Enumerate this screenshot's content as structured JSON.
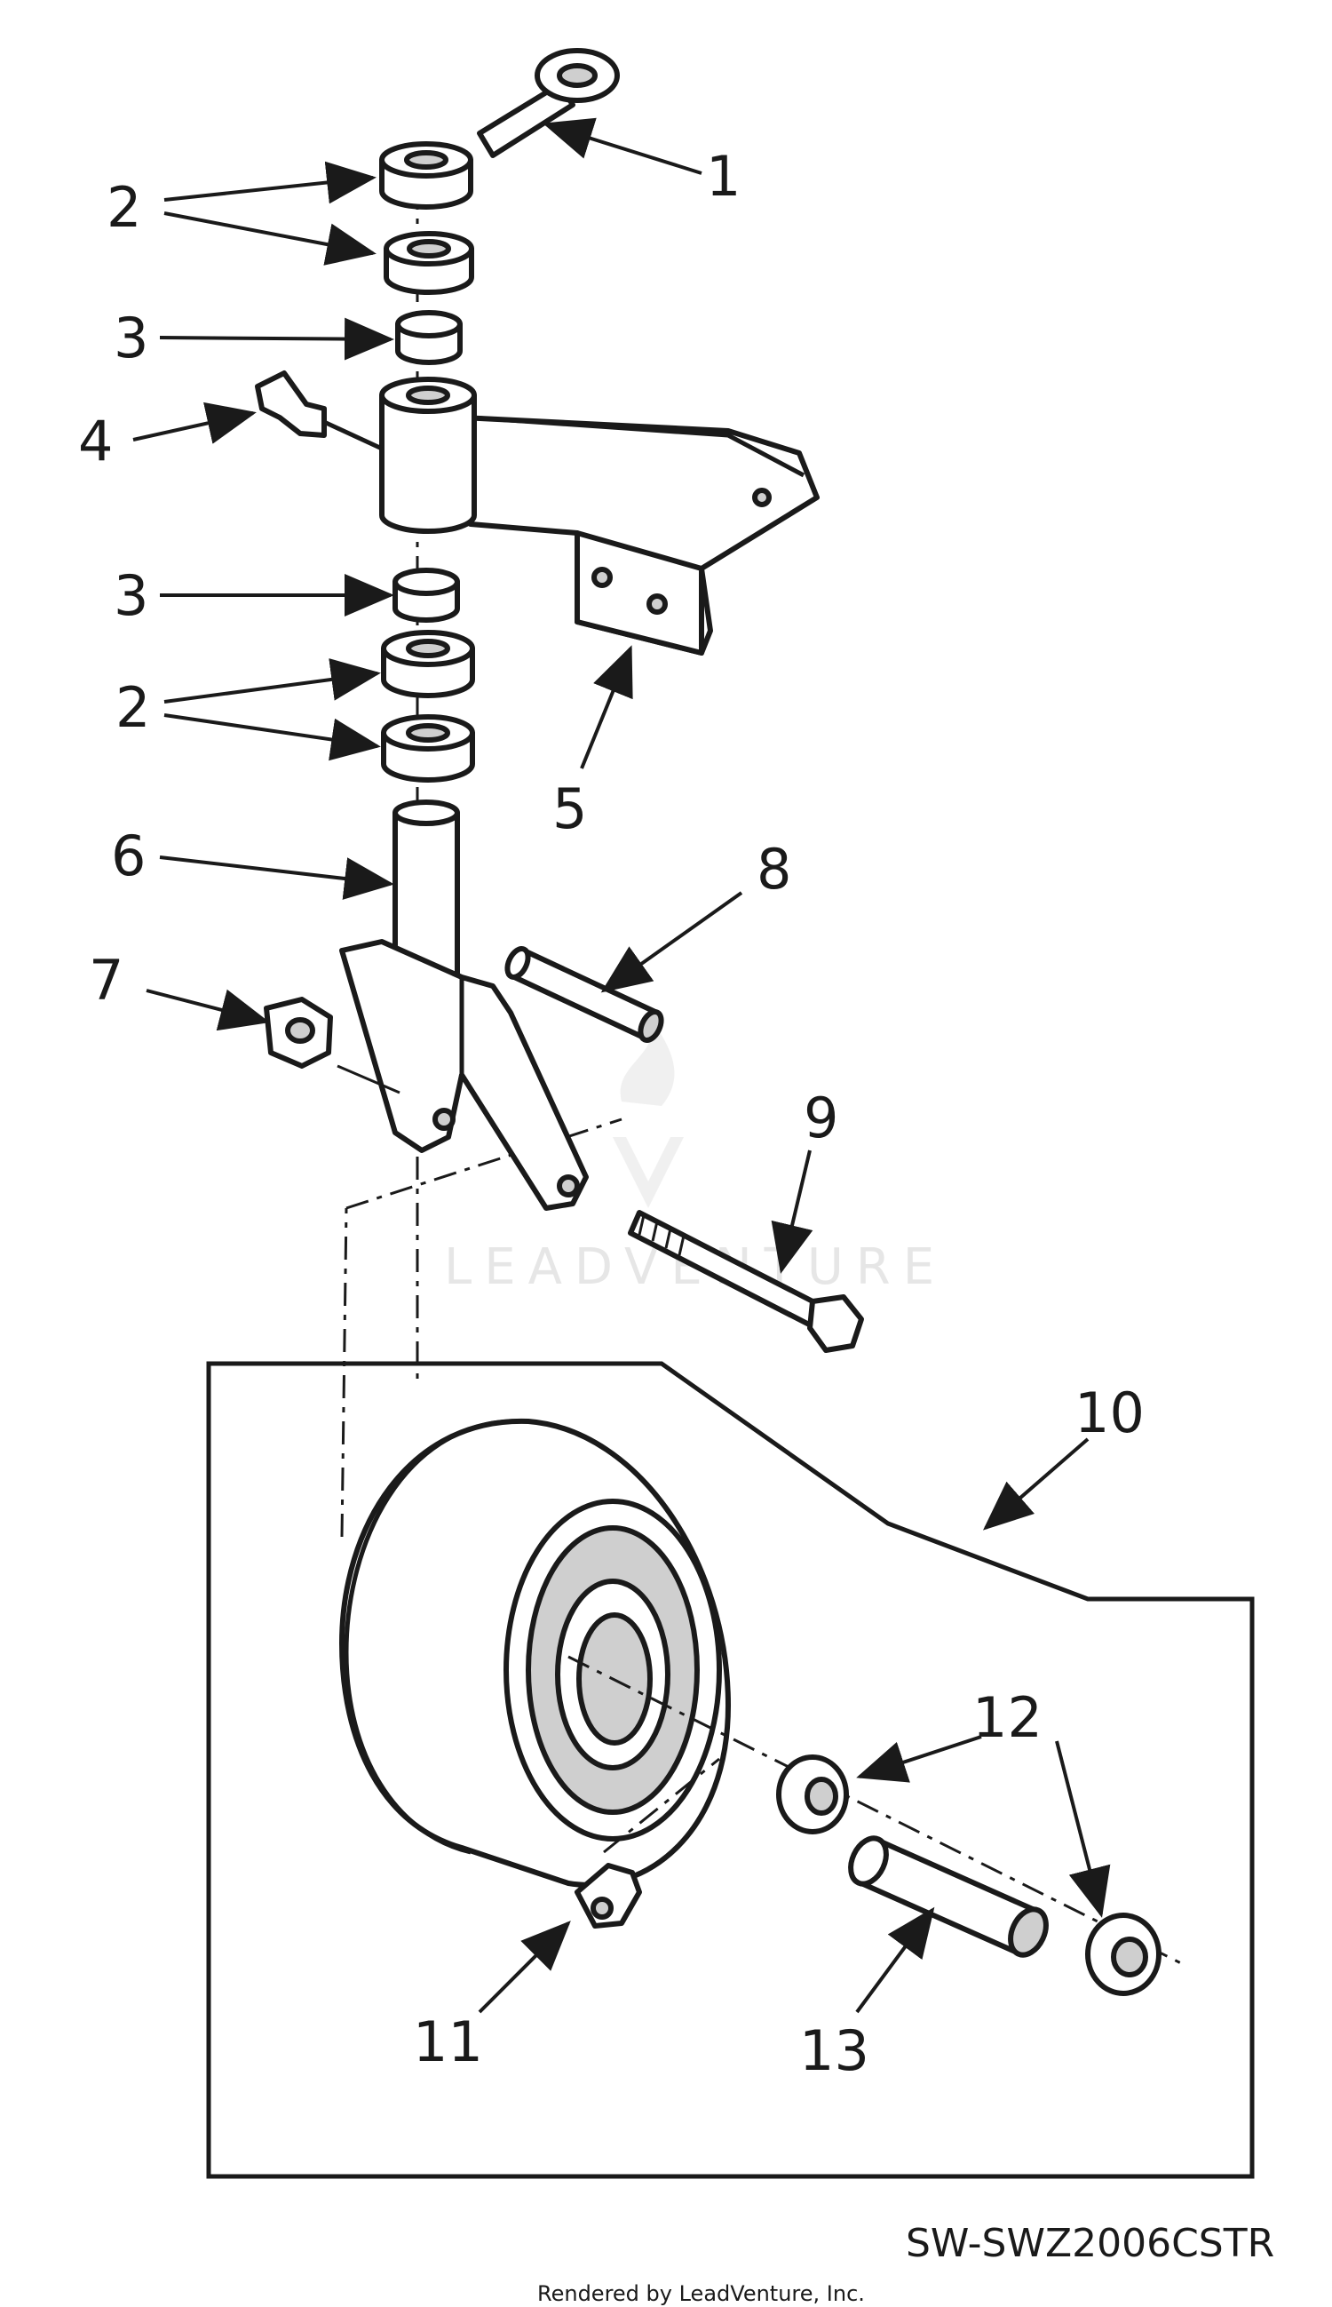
{
  "callouts": [
    "1",
    "2",
    "3",
    "4",
    "5",
    "6",
    "7",
    "8",
    "9",
    "10",
    "11",
    "12",
    "13"
  ],
  "watermark": "LEADVENTURE",
  "diagram_code": "SW-SWZ2006CSTR",
  "credit": "Rendered by LeadVenture, Inc."
}
